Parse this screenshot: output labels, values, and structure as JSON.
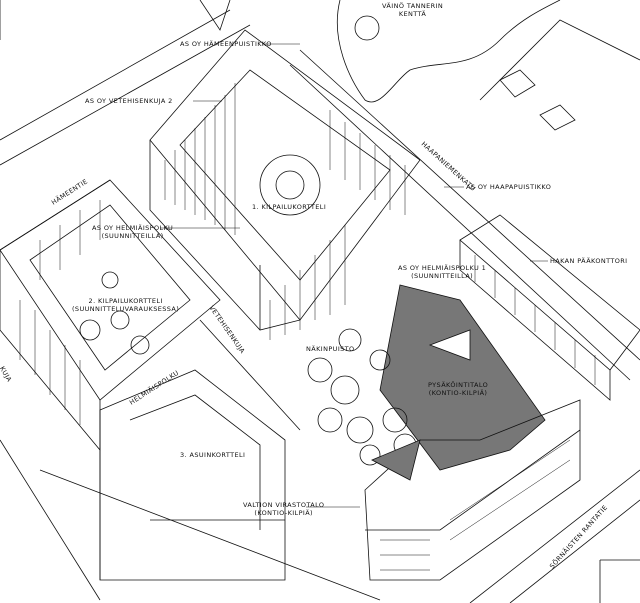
{
  "labels": {
    "vaino_tanner": [
      "VÄINÖ TANNERIN",
      "KENTTÄ"
    ],
    "hameenpuistikko": "AS OY HÄMEENPUISTIKKO",
    "vetehisenkuja2": "AS OY VETEHISENKUJA 2",
    "haapaniemenkatu": "HAAPANIEMENKATU",
    "haapapuistikko": "AS OY HAAPAPUISTIKKO",
    "kilpailukortteli1": "1. KILPAILUKORTTELI",
    "hameentie": "HÄMEENTIE",
    "helmiaispolku_top": [
      "AS OY HELMIÄISPOLKU",
      "(SUUNNITTEILLA)"
    ],
    "kilpailukortteli2": [
      "2. KILPAILUKORTTELI",
      "(SUUNNITTELUVARAUKSESSA)"
    ],
    "vetehisenkuja_street": "VETEHISENKUJA",
    "helmiaispolku_street": "HELMIÄISPOLKU",
    "nakinpuisto": "NÄKINPUISTO",
    "helmiaispolku1": [
      "AS OY HELMIÄISPOLKU 1",
      "(SUUNNITTEILLA)"
    ],
    "hakan": "HAKAN PÄÄKONTTORI",
    "pysakointitalo": [
      "PYSÄKÖINTITALO",
      "(KONTIO-KILPIÄ)"
    ],
    "asuinkortteli3": "3. ASUINKORTTELI",
    "virastotalo": [
      "VALTION VIRASTOTALO",
      "(KONTIO-KILPIÄ)"
    ],
    "sornaisten": "SÖRNÄISTEN RANTATIE",
    "kuja_left": "KUJA"
  },
  "colors": {
    "ink": "#111111",
    "hatch": "#555555",
    "paper": "#ffffff"
  }
}
